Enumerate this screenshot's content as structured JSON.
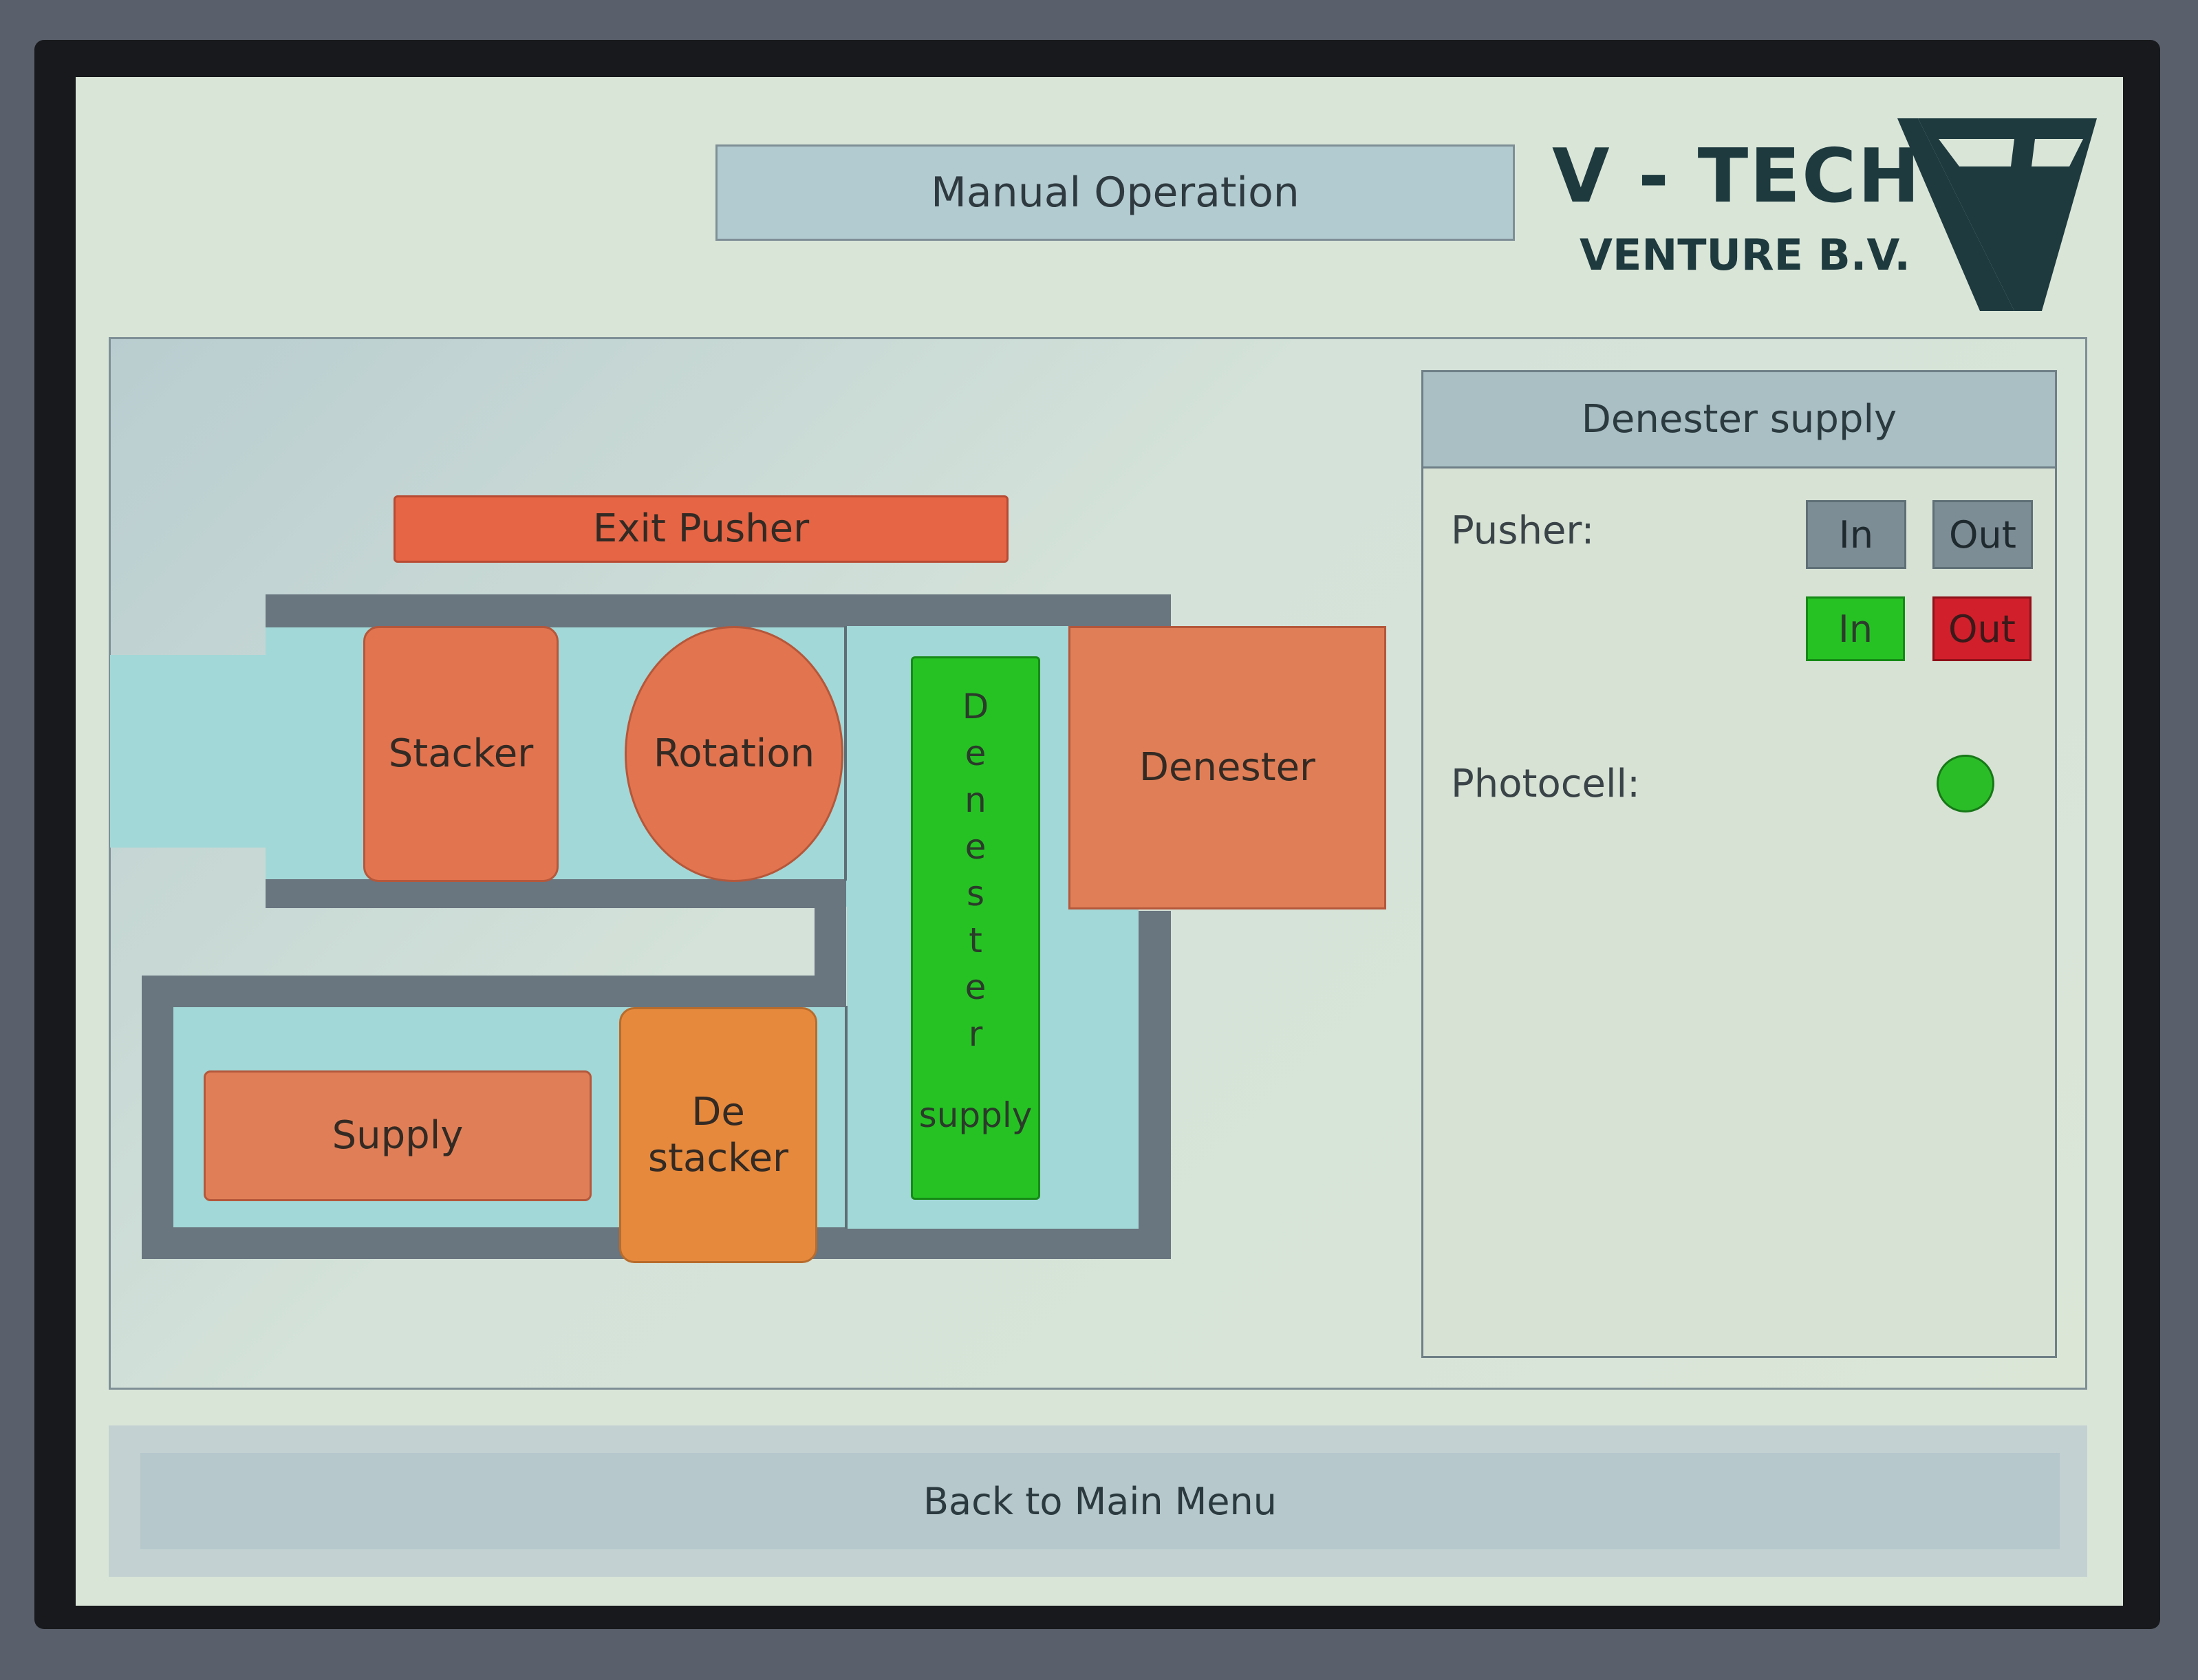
{
  "header": {
    "title": "Manual Operation",
    "logo_line1": "V - TECH",
    "logo_line2": "VENTURE B.V."
  },
  "diagram": {
    "exit_pusher": "Exit Pusher",
    "stacker": "Stacker",
    "rotation": "Rotation",
    "denester": "Denester",
    "denester_supply_letters": [
      "D",
      "e",
      "n",
      "e",
      "s",
      "t",
      "e",
      "r"
    ],
    "denester_supply_word": "supply",
    "supply": "Supply",
    "destacker_line1": "De",
    "destacker_line2": "stacker"
  },
  "panel": {
    "title": "Denester supply",
    "pusher_label": "Pusher:",
    "btn_in": "In",
    "btn_out": "Out",
    "status_in": "In",
    "status_out": "Out",
    "photocell_label": "Photocell:"
  },
  "footer": {
    "back_label": "Back to Main Menu"
  },
  "colors": {
    "active_green": "#26c224",
    "alarm_red": "#d11f2b",
    "element_orange": "#e2744f"
  }
}
